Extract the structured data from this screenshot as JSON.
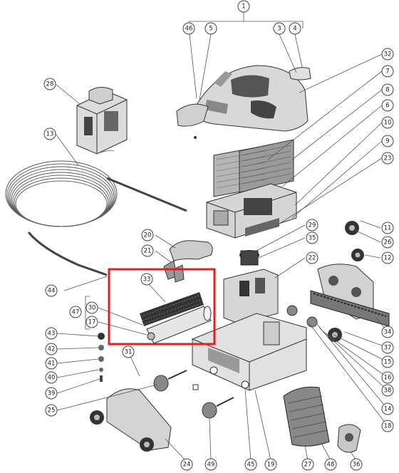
{
  "diagram": {
    "callouts": [
      "1",
      "46",
      "5",
      "3",
      "4",
      "32",
      "7",
      "8",
      "6",
      "10",
      "9",
      "23",
      "28",
      "13",
      "20",
      "21",
      "29",
      "35",
      "22",
      "11",
      "26",
      "12",
      "33",
      "30",
      "17",
      "47",
      "44",
      "43",
      "42",
      "41",
      "40",
      "39",
      "31",
      "25",
      "24",
      "49",
      "45",
      "19",
      "27",
      "48",
      "36",
      "18",
      "14",
      "38",
      "16",
      "15",
      "37",
      "34"
    ],
    "highlight_color": "#e02020",
    "part_fill_color": "#d9d9d9",
    "dark_part_color": "#2b2b2b"
  }
}
